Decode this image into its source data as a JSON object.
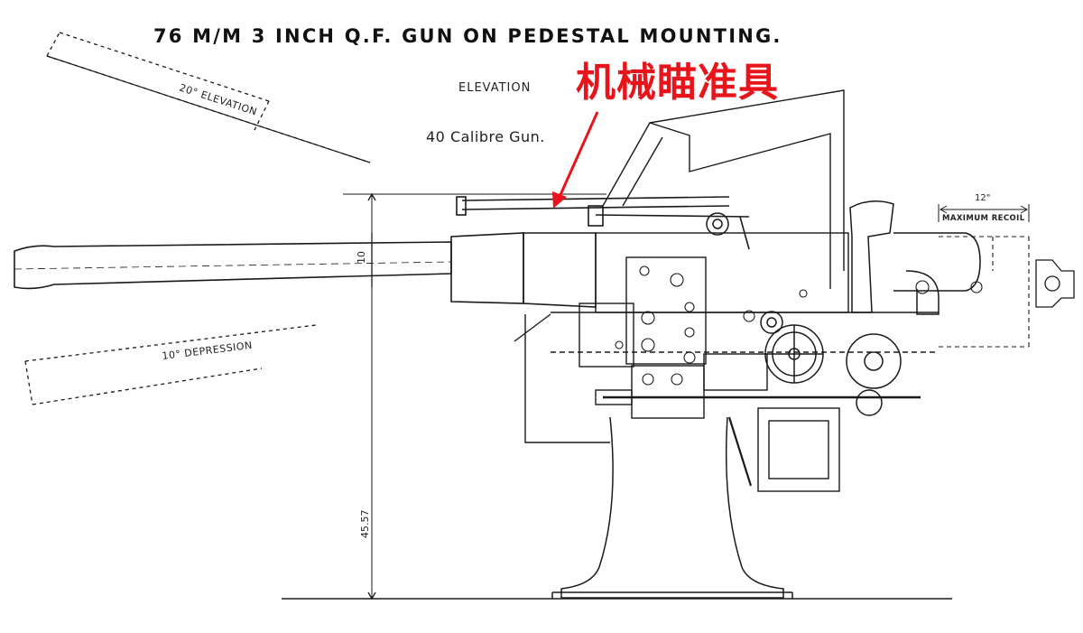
{
  "title": "76 M/M  3 INCH  Q.F. GUN  ON  PEDESTAL  MOUNTING.",
  "view_label": "ELEVATION",
  "gun_label": "40 Calibre Gun.",
  "annotation": "机械瞄准具",
  "arc_labels": {
    "elevation": "20° ELEVATION",
    "depression": "10° DEPRESSION"
  },
  "dimensions": {
    "barrel_dia": "10",
    "height": "45.57",
    "recoil_value": "12\"",
    "recoil_label": "MAXIMUM RECOIL"
  },
  "colors": {
    "ink": "#1a1a1a",
    "annotation": "#e8141b"
  }
}
